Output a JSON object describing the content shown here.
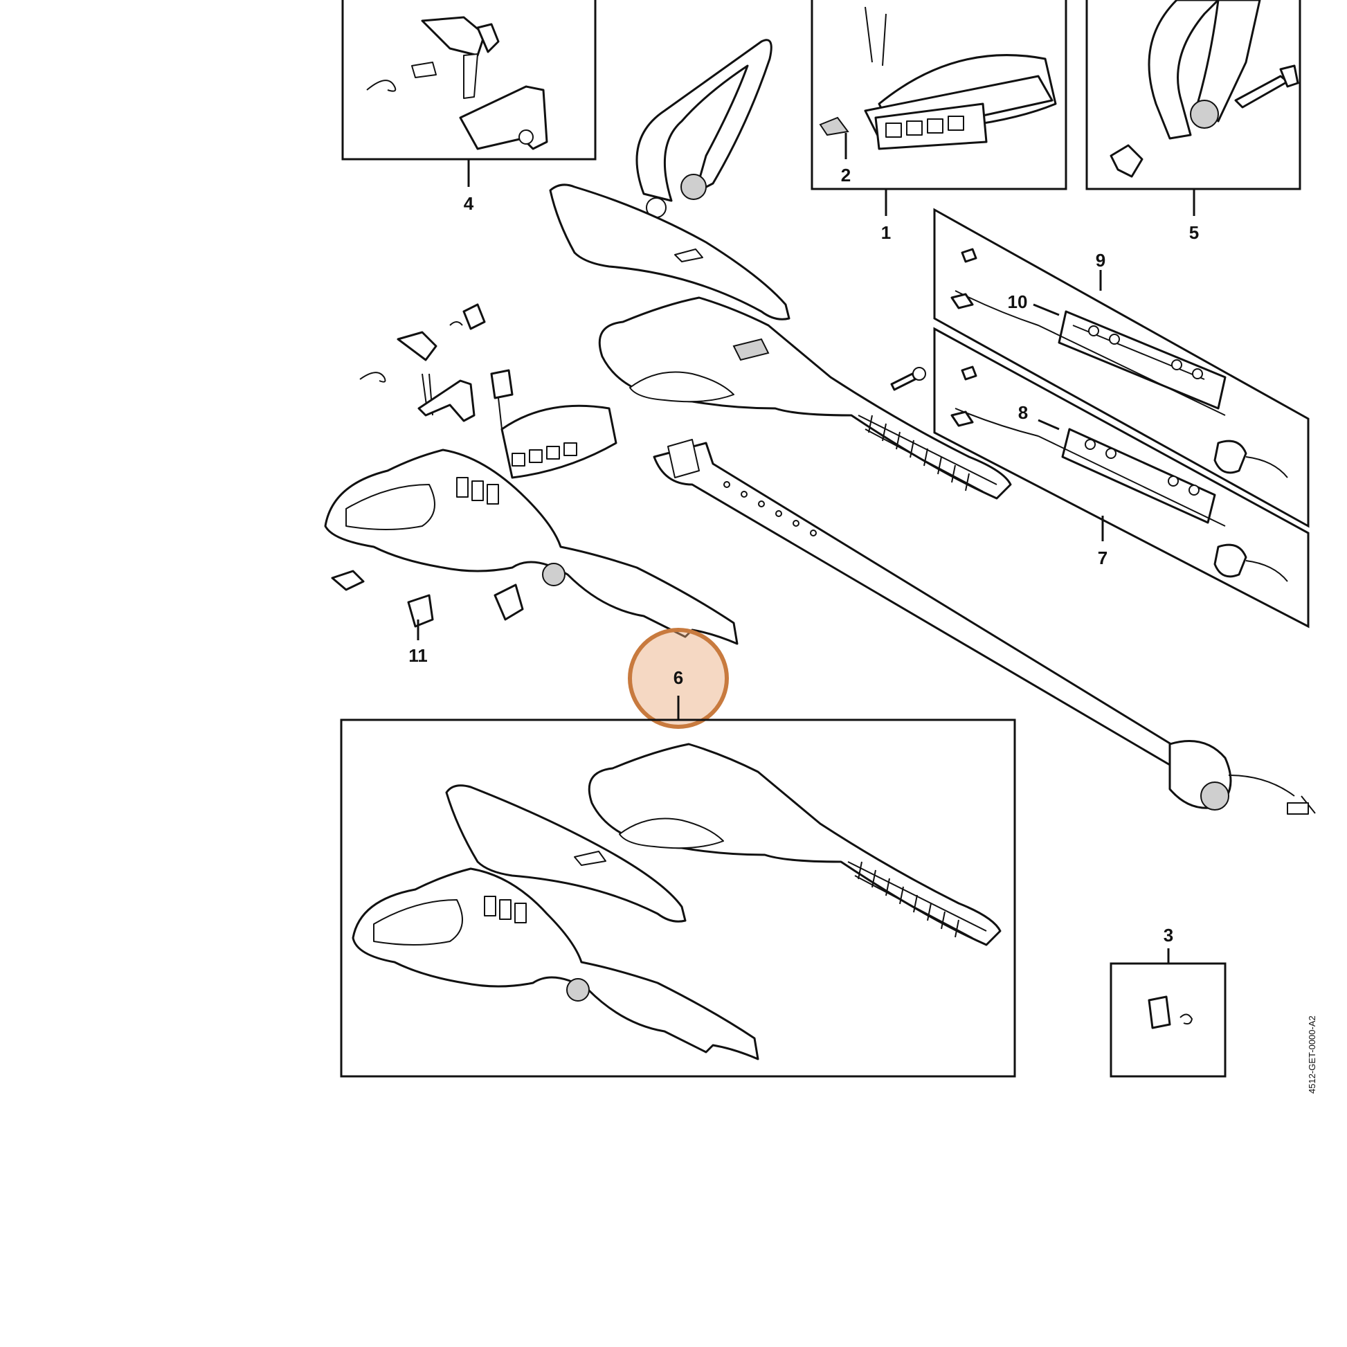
{
  "callouts": {
    "c1": "1",
    "c2": "2",
    "c3": "3",
    "c4": "4",
    "c5": "5",
    "c6": "6",
    "c7": "7",
    "c8": "8",
    "c9": "9",
    "c10": "10",
    "c11": "11"
  },
  "highlight": {
    "part": "6",
    "color": "#e8a97a",
    "stroke": "#c87a3e"
  },
  "doc_id": "4512-GET-0000-A2"
}
